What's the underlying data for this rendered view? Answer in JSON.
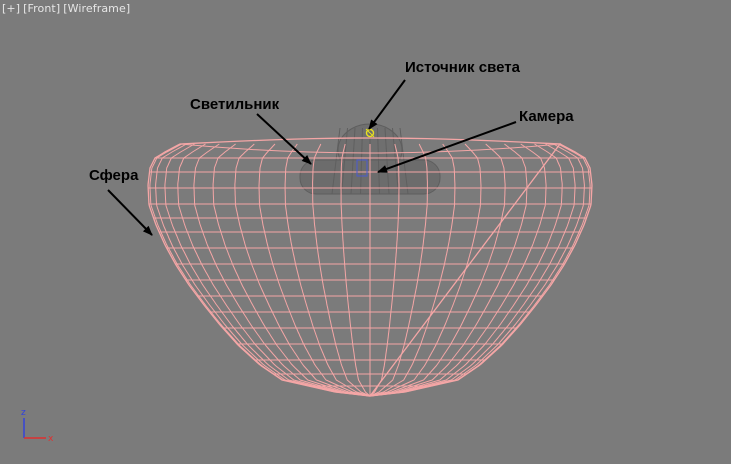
{
  "viewport": {
    "label_plus": "[+]",
    "label_view": "[Front]",
    "label_mode": "[Wireframe]"
  },
  "callouts": {
    "light_source": "Источник света",
    "lamp": "Светильник",
    "camera": "Камера",
    "sphere": "Сфера"
  },
  "axis_gizmo": {
    "z": "z",
    "x": "x"
  },
  "colors": {
    "viewport_bg": "#7b7b7b",
    "sphere_wire": "#f4a6a6",
    "lamp_mesh": "#6a6a6a",
    "light_icon": "#e8e020",
    "camera_icon": "#4a5ad0",
    "axis_x": "#e03030",
    "axis_z": "#3040e0"
  }
}
